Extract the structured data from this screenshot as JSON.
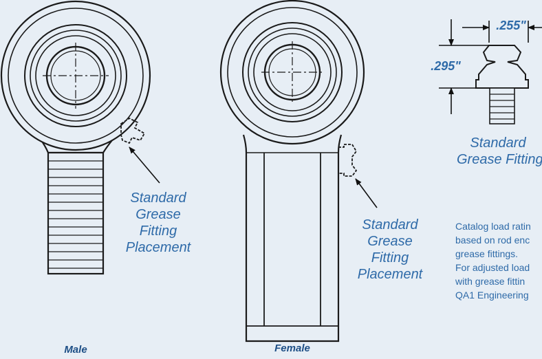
{
  "male": {
    "callout_lines": [
      "Standard",
      "Grease",
      "Fitting",
      "Placement"
    ],
    "caption": "Male"
  },
  "female": {
    "callout_lines": [
      "Standard",
      "Grease",
      "Fitting",
      "Placement"
    ],
    "caption": "Female"
  },
  "fitting_detail": {
    "width_dim": ".255\"",
    "height_dim": ".295\"",
    "title_lines": [
      "Standard",
      "Grease Fitting"
    ]
  },
  "note_lines": [
    "Catalog load ratin",
    "based on rod enc",
    "grease fittings.",
    "For adjusted load",
    "with grease fittin",
    "QA1 Engineering"
  ],
  "colors": {
    "background": "#e7eef5",
    "accent": "#2e6aa8",
    "line": "#1a1a1a"
  }
}
